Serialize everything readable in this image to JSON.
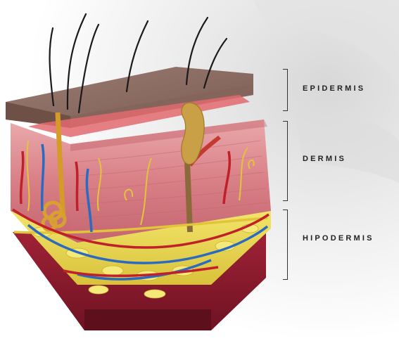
{
  "layers": {
    "epidermis": "EPIDERMIS",
    "dermis": "DERMIS",
    "hypodermis": "HIPODERMIS"
  },
  "colors": {
    "epidermis_top": "#8a6a60",
    "dermis": "#d9848a",
    "fat": "#e8d84a",
    "deep_tissue": "#8a1a2a",
    "artery": "#c0202a",
    "vein": "#2a6ac0",
    "nerve": "#e2c43a",
    "gland": "#c9a045",
    "label_text": "#222222"
  }
}
